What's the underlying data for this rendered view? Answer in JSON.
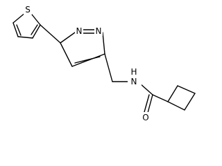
{
  "atoms": {
    "sulfur": "S",
    "pyrazole_n1": "N",
    "pyrazole_n2": "N",
    "amide_n": "N",
    "amide_h": "H",
    "carbonyl_o": "O"
  }
}
